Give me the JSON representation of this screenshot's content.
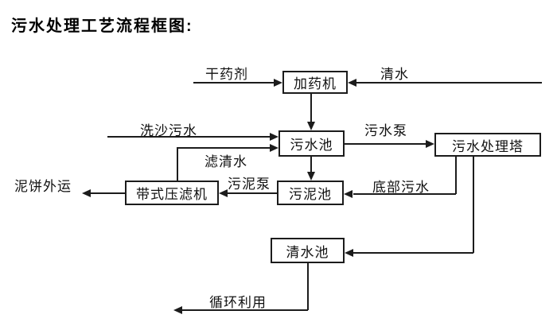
{
  "title": "污水处理工艺流程框图:",
  "nodes": {
    "dosing_machine": {
      "label": "加药机"
    },
    "sewage_pool": {
      "label": "污水池"
    },
    "treatment_tower": {
      "label": "污水处理塔"
    },
    "sludge_pool": {
      "label": "污泥池"
    },
    "belt_filter_press": {
      "label": "带式压滤机"
    },
    "clean_water_pool": {
      "label": "清水池"
    }
  },
  "flow_labels": {
    "dry_chemical": "干药剂",
    "clean_water_in": "清水",
    "sand_washing_sewage": "洗沙污水",
    "filtered_water": "滤清水",
    "sewage_pump": "污水泵",
    "bottom_sewage": "底部污水",
    "sludge_pump": "污泥泵",
    "mud_cake_out": "泥饼外运",
    "recycle_use": "循环利用"
  },
  "edges": [
    {
      "from": "dry_chemical_source",
      "to": "dosing_machine",
      "label": "干药剂"
    },
    {
      "from": "clean_water_source",
      "to": "dosing_machine",
      "label": "清水"
    },
    {
      "from": "dosing_machine",
      "to": "sewage_pool",
      "label": ""
    },
    {
      "from": "sand_washing_source",
      "to": "sewage_pool",
      "label": "洗沙污水"
    },
    {
      "from": "belt_filter_press",
      "to": "sewage_pool",
      "label": "滤清水"
    },
    {
      "from": "sewage_pool",
      "to": "treatment_tower",
      "label": "污水泵"
    },
    {
      "from": "sewage_pool",
      "to": "sludge_pool",
      "label": ""
    },
    {
      "from": "treatment_tower",
      "to": "sludge_pool",
      "label": "底部污水"
    },
    {
      "from": "treatment_tower",
      "to": "clean_water_pool",
      "label": ""
    },
    {
      "from": "sludge_pool",
      "to": "belt_filter_press",
      "label": "污泥泵"
    },
    {
      "from": "belt_filter_press",
      "to": "outside",
      "label": "泥饼外运"
    },
    {
      "from": "clean_water_pool",
      "to": "reuse",
      "label": "循环利用"
    }
  ],
  "colors": {
    "line": "#1c1c1c",
    "text": "#111111",
    "background": "#ffffff"
  }
}
